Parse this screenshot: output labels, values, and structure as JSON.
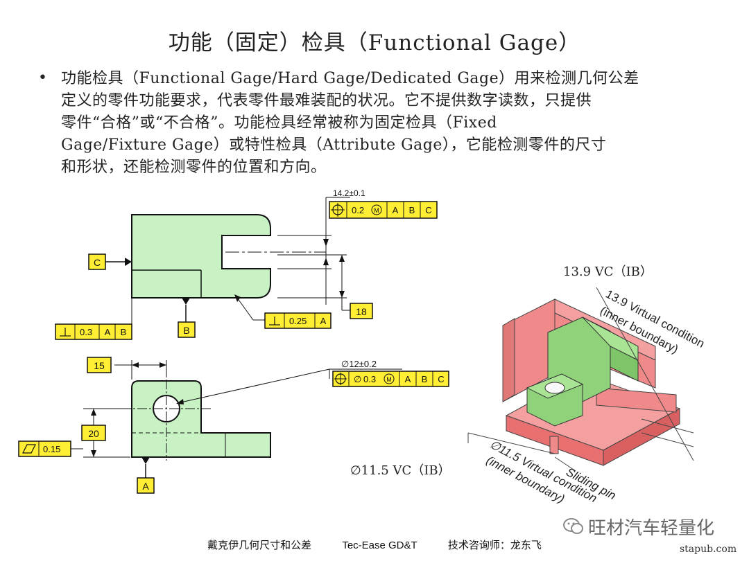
{
  "title": "功能（固定）检具（Functional Gage）",
  "bullet": {
    "marker": "•",
    "lines": [
      "功能检具（Functional Gage/Hard Gage/Dedicated Gage）用来检测几何公差",
      "定义的零件功能要求，代表零件最难装配的状况。它不提供数字读数，只提供",
      "零件“合格”或“不合格”。功能检具经常被称为固定检具（Fixed",
      "Gage/Fixture Gage）或特性检具（Attribute Gage），它能检测零件的尺寸",
      "和形状，还能检测零件的位置和方向。"
    ]
  },
  "drawing": {
    "datum_c": "C",
    "datum_b": "B",
    "datum_a": "A",
    "slot_dim": "14.2±0.1",
    "slot_fcf": [
      "0.2",
      "A",
      "B",
      "C"
    ],
    "dim_18": "18",
    "perp_fcf_left": [
      "0.3",
      "A",
      "B"
    ],
    "perp_fcf_right": [
      "0.25",
      "A"
    ],
    "dim_15": "15",
    "hole_dim": "∅12±0.2",
    "hole_fcf": [
      "∅",
      "0.3",
      "A",
      "B",
      "C"
    ],
    "dim_20": "20",
    "flat_fcf": [
      "0.15"
    ]
  },
  "gage": {
    "vc_top": "13.9 VC（IB）",
    "vc_bottom": "∅11.5 VC（IB）",
    "annot_top": [
      "13.9 Virtual condition",
      "(inner boundary)"
    ],
    "annot_bottom": [
      "∅11.5 Virtual condition",
      "(inner boundary)"
    ],
    "annot_pin": "Sliding pin"
  },
  "footer": {
    "author": "戴克伊几何尺寸和公差",
    "brand": "Tec-Ease GD&T",
    "consultant": "技术咨询师：龙东飞"
  },
  "watermark": "旺材汽车轻量化",
  "url": "stapub.com",
  "colors": {
    "part_fill": "#c8f2c4",
    "gage_fill": "#f08a8a",
    "fcf_fill": "#ffee33",
    "pin_fill": "#8fd27a"
  }
}
